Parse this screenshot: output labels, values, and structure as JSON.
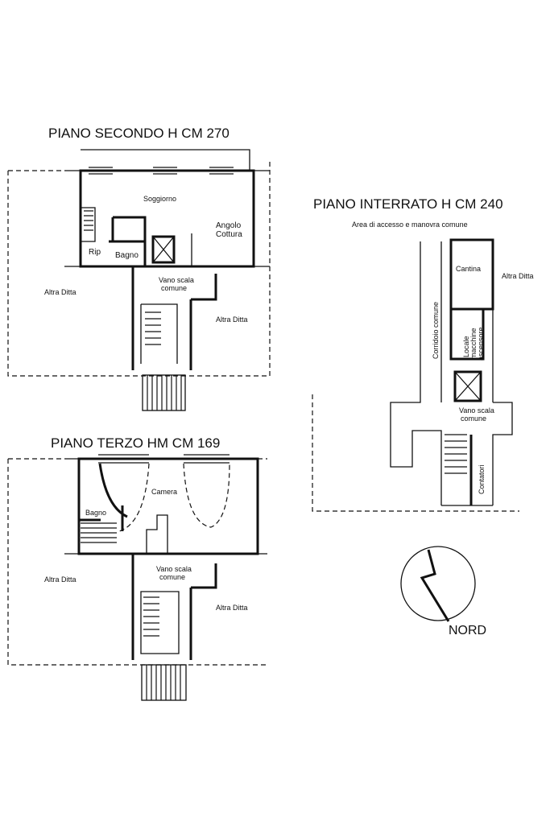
{
  "floors": {
    "second": {
      "title": "PIANO SECONDO H CM 270",
      "rooms": {
        "soggiorno": "Soggiorno",
        "angolo_1": "Angolo",
        "angolo_2": "Cottura",
        "rip": "Rip",
        "bagno": "Bagno",
        "vano_1": "Vano scala",
        "vano_2": "comune",
        "altra_left": "Altra Ditta",
        "altra_right": "Altra Ditta"
      }
    },
    "third": {
      "title": "PIANO TERZO HM CM 169",
      "rooms": {
        "camera": "Camera",
        "bagno": "Bagno",
        "vano_1": "Vano scala",
        "vano_2": "comune",
        "altra_left": "Altra Ditta",
        "altra_right": "Altra Ditta"
      }
    },
    "basement": {
      "title": "PIANO INTERRATO H CM 240",
      "subtitle": "Area di accesso e manovra comune",
      "rooms": {
        "cantina": "Cantina",
        "altra": "Altra Ditta",
        "corridoio": "Corridoio comune",
        "locale_1": "Locale",
        "locale_2": "macchine",
        "locale_3": "ascensore",
        "vano_1": "Vano scala",
        "vano_2": "comune",
        "contatori": "Contatori"
      }
    }
  },
  "compass": {
    "label": "NORD"
  }
}
